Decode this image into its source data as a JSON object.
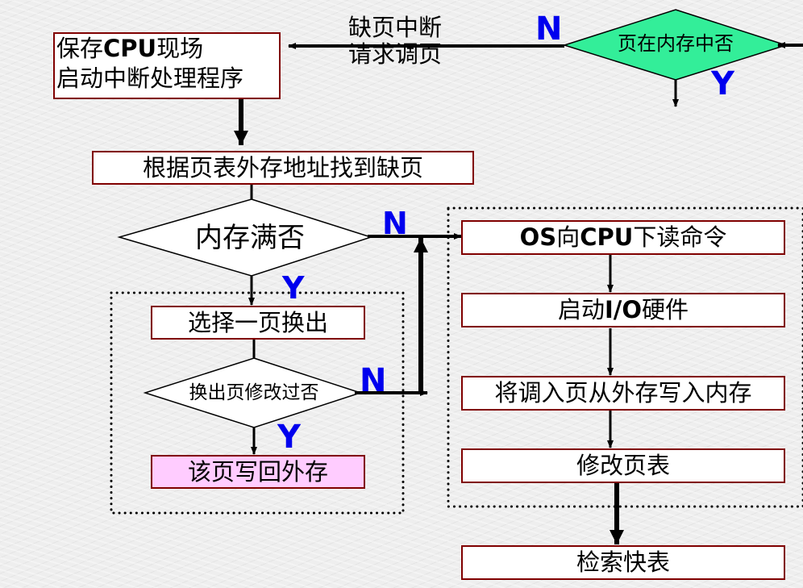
{
  "diagram": {
    "title": "Page fault handling flowchart",
    "colors": {
      "box_border": "#800000",
      "box_fill": "#ffffff",
      "highlight_fill": "#ffccff",
      "decision_top_fill": "#33ee99",
      "branch_label": "#0000ee",
      "arrow": "#000000"
    },
    "nodes": {
      "page_in_memory": {
        "label": "页在内存中否",
        "type": "decision"
      },
      "page_fault_request": {
        "line1": "缺页中断",
        "line2": "请求调页",
        "type": "annotation"
      },
      "save_cpu_context": {
        "line1_pre": "保存",
        "line1_bold": "CPU",
        "line1_post": "现场",
        "line2": "启动中断处理程序",
        "type": "process"
      },
      "find_missing_page": {
        "label": "根据页表外存地址找到缺页",
        "type": "process"
      },
      "memory_full": {
        "label": "内存满否",
        "type": "decision"
      },
      "select_page_out": {
        "label": "选择一页换出",
        "type": "process"
      },
      "page_modified": {
        "label": "换出页修改过否",
        "type": "decision"
      },
      "write_back": {
        "label": "该页写回外存",
        "type": "process"
      },
      "os_read_command": {
        "pre_bold": "OS",
        "mid": "向",
        "bold2": "CPU",
        "post": "下读命令",
        "type": "process"
      },
      "start_io": {
        "pre": "启动",
        "bold": "I/O",
        "post": "硬件",
        "type": "process"
      },
      "load_page": {
        "label": "将调入页从外存写入内存",
        "type": "process"
      },
      "update_page_table": {
        "label": "修改页表",
        "type": "process"
      },
      "search_tlb": {
        "label": "检索快表",
        "type": "process"
      }
    },
    "branch_labels": {
      "page_in_memory_no": "N",
      "page_in_memory_yes": "Y",
      "memory_full_no": "N",
      "memory_full_yes": "Y",
      "page_modified_no": "N",
      "page_modified_yes": "Y"
    }
  }
}
